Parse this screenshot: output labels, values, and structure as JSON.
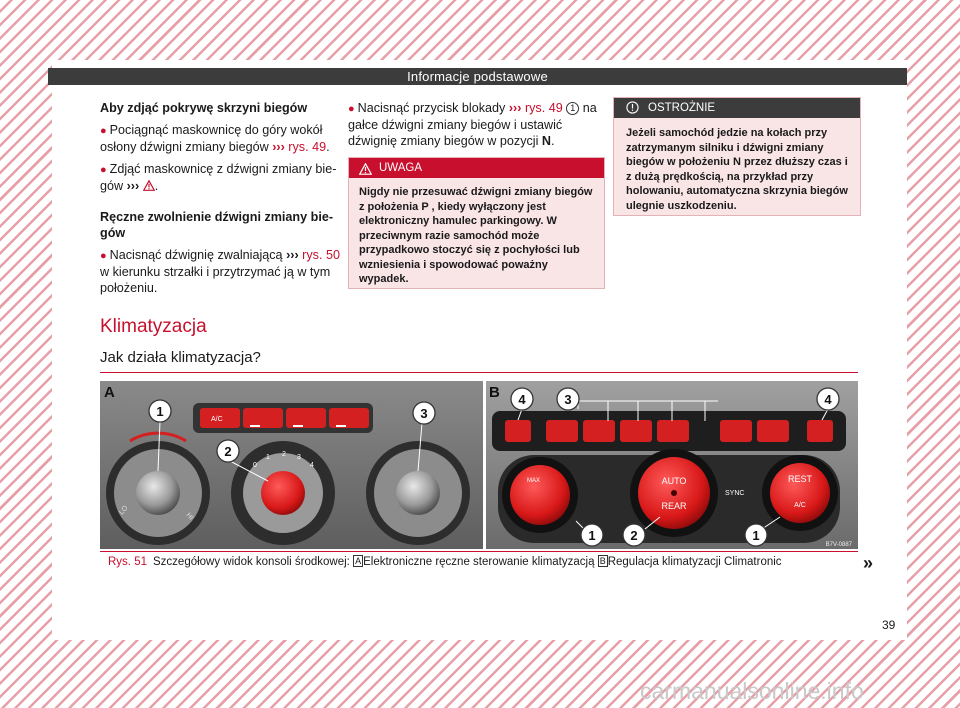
{
  "header": "Informacje podstawowe",
  "col1": {
    "h1": "Aby zdjąć pokrywę skrzyni biegów",
    "b1": "Pociągnąć maskownicę do góry wokół osłony dźwigni zmiany biegów",
    "b1_ref": "rys. 49",
    "b2": "Zdjąć maskownicę z dźwigni zmiany bie-gów",
    "h2": "Ręczne zwolnienie dźwigni zmiany bie-gów",
    "b3": "Nacisnąć dźwignię zwalniającą",
    "b3_ref": "rys. 50",
    "b3_rest": "w kierunku strzałki i przytrzymać ją w tym położeniu."
  },
  "col2": {
    "b1": "Nacisnąć przycisk blokady",
    "b1_ref": "rys. 49",
    "b1_num": "1",
    "b1_rest": "na gałce dźwigni zmiany biegów i ustawić dźwignię zmiany biegów w pozycji",
    "b1_pos": "N",
    "warning_title": "UWAGA",
    "warning_text": "Nigdy nie przesuwać dźwigni zmiany biegów z położenia P , kiedy wyłączony jest elektroniczny hamulec parkingowy. W przeciwnym razie samochód może przypadkowo stoczyć się z pochyłości lub wzniesienia i spowodować poważny wypadek."
  },
  "col3": {
    "caution_title": "OSTROŻNIE",
    "caution_text": "Jeżeli samochód jedzie na kołach przy zatrzymanym silniku i dźwigni zmiany biegów w położeniu N przez dłuższy czas i z dużą prędkością, na przykład przy holowaniu, automatyczna skrzynia biegów ulegnie uszkodzeniu."
  },
  "section_title": "Klimatyzacja",
  "subsection_title": "Jak działa klimatyzacja?",
  "figure": {
    "panel_a": "A",
    "panel_b": "B",
    "code": "B7V-0887",
    "a_btn1": "A/C",
    "b_max": "MAX",
    "b_auto": "AUTO",
    "b_rear": "REAR",
    "b_sync": "SYNC",
    "b_rest": "REST",
    "b_ac": "A/C",
    "callouts_a": [
      "1",
      "2",
      "3"
    ],
    "callouts_b": [
      "4",
      "3",
      "4",
      "1",
      "2",
      "1"
    ],
    "dial_marks": [
      "0",
      "1",
      "2",
      "3",
      "4"
    ],
    "dial_lo": "LO",
    "dial_hi": "HI"
  },
  "caption": {
    "label": "Rys. 51",
    "text1": "Szczegółowy widok konsoli środkowej:",
    "a": "A",
    "text2": "Elektroniczne ręczne sterowanie klimatyzacją",
    "b": "B",
    "text3": "Regulacja klimatyzacji Climatronic",
    "more": "»"
  },
  "page_number": "39",
  "watermark": "carmanualsonline.info"
}
